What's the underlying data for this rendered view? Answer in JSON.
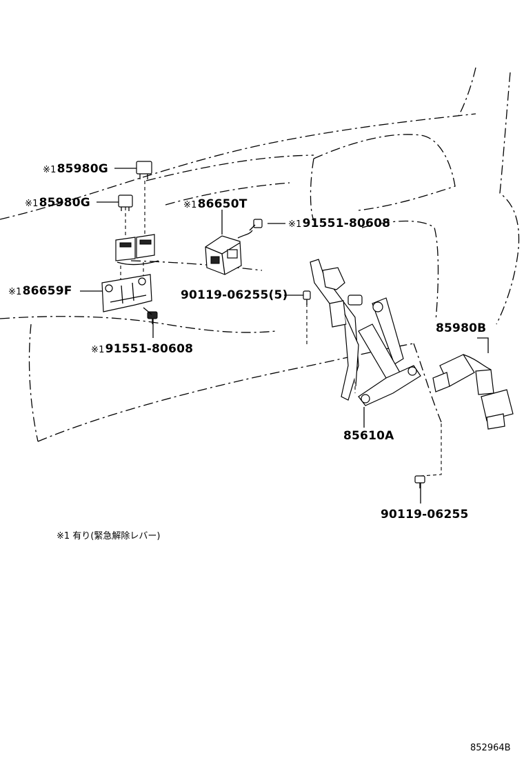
{
  "labels": {
    "relay_g_upper": {
      "mark": "※1",
      "code": "85980G"
    },
    "relay_g_lower": {
      "mark": "※1",
      "code": "85980G"
    },
    "bracket": {
      "mark": "※1",
      "code": "86659F"
    },
    "bolt_left": {
      "mark": "※1",
      "code": "91551-80608"
    },
    "module": {
      "mark": "※1",
      "code": "86650T"
    },
    "bolt_right": {
      "mark": "※1",
      "code": "91551-80608"
    },
    "screw_5": {
      "code": "90119-06255(5)"
    },
    "relay_b": {
      "code": "85980B"
    },
    "actuator": {
      "code": "85610A"
    },
    "screw_bottom": {
      "code": "90119-06255"
    }
  },
  "footnote": "※1 有り(緊急解除レバー)",
  "diagram_code": "852964B"
}
